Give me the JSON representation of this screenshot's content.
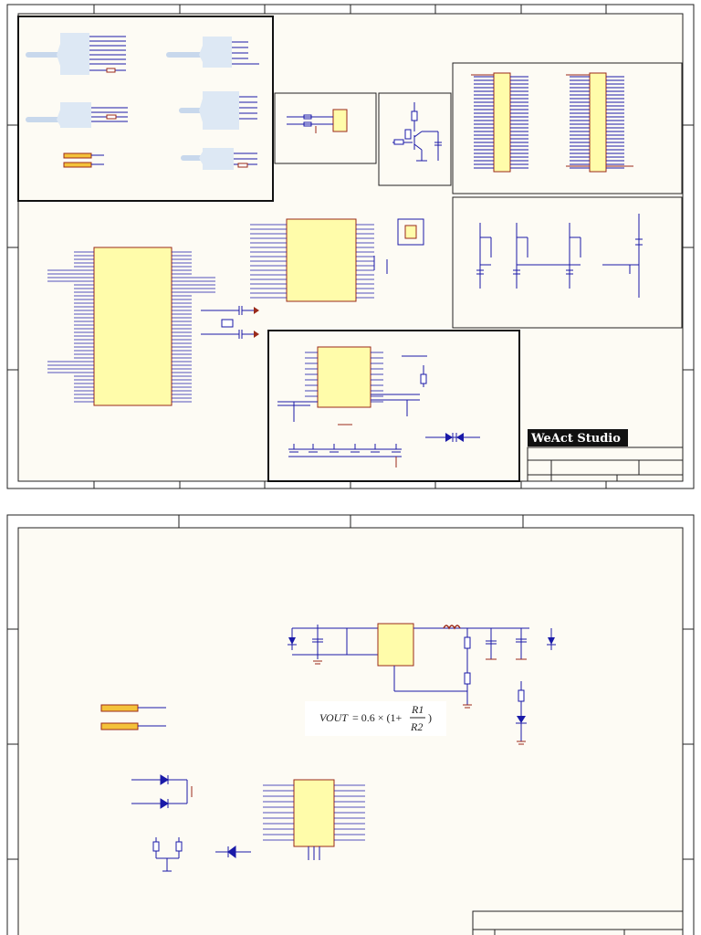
{
  "sheet1": {
    "brand": "WeAct Studio"
  },
  "sheet2": {
    "formula": {
      "lhs": "VOUT",
      "eq": "= 0.6 × (1+",
      "num": "R1",
      "den": "R2",
      "close": ")"
    }
  },
  "colors": {
    "paper": "#fdfbf4",
    "component_fill": "#fffcaa",
    "component_stroke": "#9a2a1a",
    "wire": "#1a1aa8",
    "power": "#9a2a1a",
    "border": "#222222",
    "brand_bg": "#111111"
  },
  "icons": {
    "diode": "diode-icon",
    "led": "led-icon",
    "transistor": "transistor-icon",
    "crystal": "crystal-icon",
    "inductor": "inductor-icon",
    "ground": "ground-icon"
  }
}
